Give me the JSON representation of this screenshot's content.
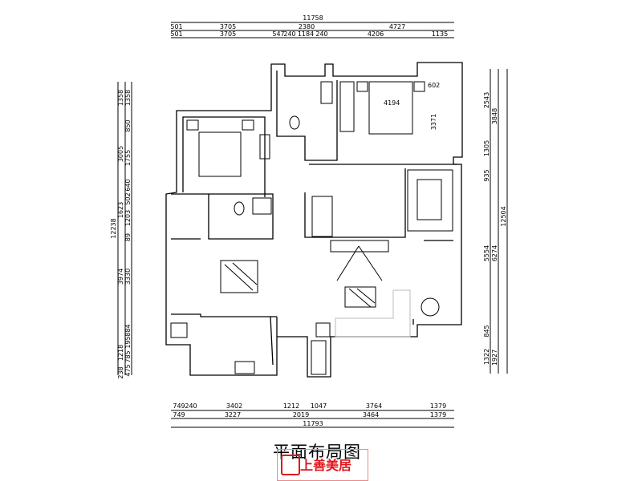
{
  "title": "平面布局图",
  "logo": {
    "text": "上善美居",
    "color": "#e0141c"
  },
  "dimensions": {
    "top_total": "11758",
    "top_row2": [
      "501",
      "3705",
      "2380",
      "4727"
    ],
    "top_row3": [
      "501",
      "3705",
      "547",
      "240",
      "1184",
      "240",
      "4206",
      "1135"
    ],
    "left_total": "12238",
    "left_col2": [
      "1358",
      "3005",
      "1623",
      "3974",
      "1218",
      "238"
    ],
    "left_col3": [
      "1358",
      "850",
      "1755",
      "640",
      "502",
      "1203",
      "89",
      "3330",
      "884",
      "195",
      "785",
      "475"
    ],
    "right_col1": [
      "2543",
      "1305",
      "935",
      "5554",
      "845",
      "1322"
    ],
    "right_col2": [
      "3848",
      "6274",
      "1927"
    ],
    "right_total": "12504",
    "bottom_row1": [
      "749",
      "240",
      "3402",
      "1212",
      "1047",
      "3764",
      "1379"
    ],
    "bottom_row2": [
      "749",
      "3227",
      "2019",
      "3464",
      "1379"
    ],
    "bottom_total": "11793",
    "interior": [
      "4194",
      "602",
      "3371"
    ]
  }
}
